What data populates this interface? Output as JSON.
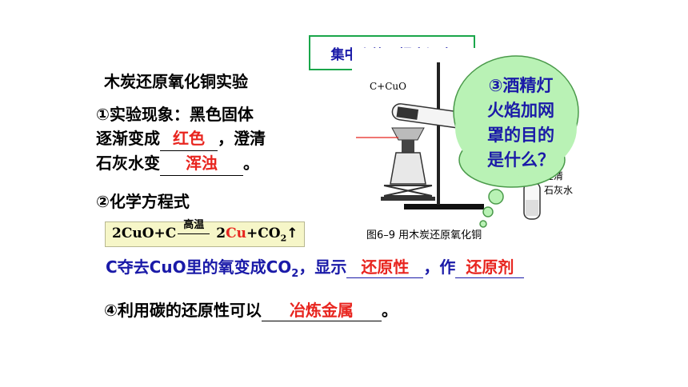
{
  "title": "木炭还原氧化铜实验",
  "hint_box": "集中火焰，提高温度",
  "bubble": {
    "line1": "③酒精灯",
    "line2": "火焰加网",
    "line3": "罩的目的",
    "line4": "是什么？"
  },
  "phenomenon": {
    "line1": "①实验现象：黑色固体",
    "line2_prefix": "逐渐变成",
    "answer1": "红色",
    "line2_suffix": "，澄清",
    "line3_prefix": "石灰水变",
    "answer2": "浑浊",
    "line3_suffix": "。"
  },
  "equation_heading": "②化学方程式",
  "equation": {
    "left": "2CuO+C",
    "condition": "高温",
    "coef": "2",
    "cu": "Cu",
    "plus": "+CO",
    "sub": "2",
    "arrow": "↑"
  },
  "explanation": {
    "part1": "C夺去CuO里的氧变成CO",
    "sub": "2",
    "part2": "，显示",
    "answer1": "还原性",
    "part3": "，作",
    "answer2": "还原剂"
  },
  "use": {
    "prefix": "④利用碳的还原性可以",
    "answer": "冶炼金属",
    "suffix": "。"
  },
  "figure": {
    "reagent_label": "C+CuO",
    "limewater_label1": "澄清",
    "limewater_label2": "石灰水",
    "caption": "图6–9  用木炭还原氧化铜"
  },
  "colors": {
    "answer": "#e8251f",
    "blue_text": "#1a1aa8",
    "hint_border": "#1aa64a",
    "bubble_fill": "#b9f2b5",
    "bubble_stroke": "#4a9a4a"
  }
}
